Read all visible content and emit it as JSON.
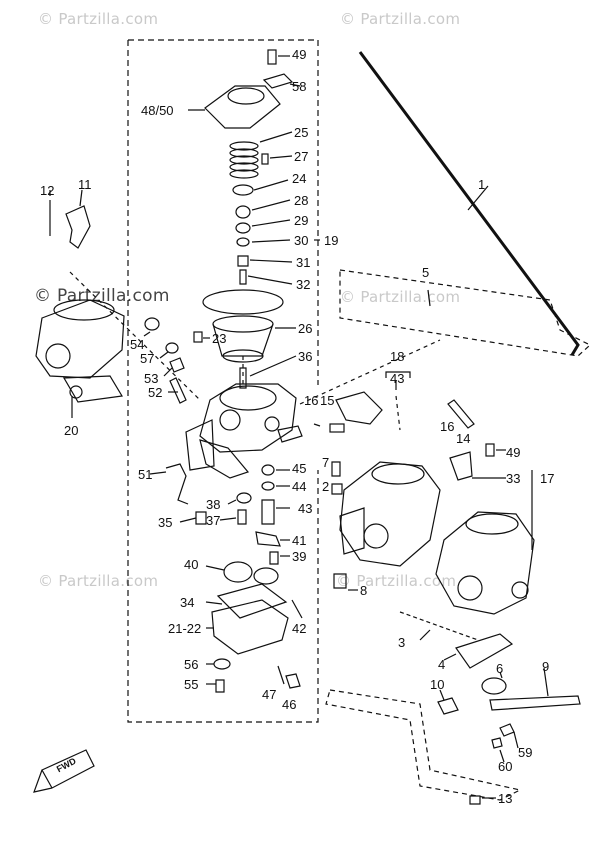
{
  "watermark": "© Partzilla.com",
  "fwd_label": "FWD",
  "callouts": [
    "49",
    "58",
    "48/50",
    "25",
    "27",
    "24",
    "28",
    "29",
    "30",
    "19",
    "31",
    "32",
    "26",
    "23",
    "36",
    "12",
    "11",
    "54",
    "57",
    "53",
    "52",
    "20",
    "1",
    "5",
    "18",
    "43",
    "15",
    "16",
    "16",
    "14",
    "49",
    "33",
    "17",
    "51",
    "45",
    "44",
    "43",
    "38",
    "37",
    "35",
    "41",
    "39",
    "7",
    "2",
    "8",
    "40",
    "34",
    "21-22",
    "42",
    "56",
    "55",
    "47",
    "46",
    "3",
    "4",
    "6",
    "9",
    "10",
    "59",
    "60",
    "13"
  ]
}
